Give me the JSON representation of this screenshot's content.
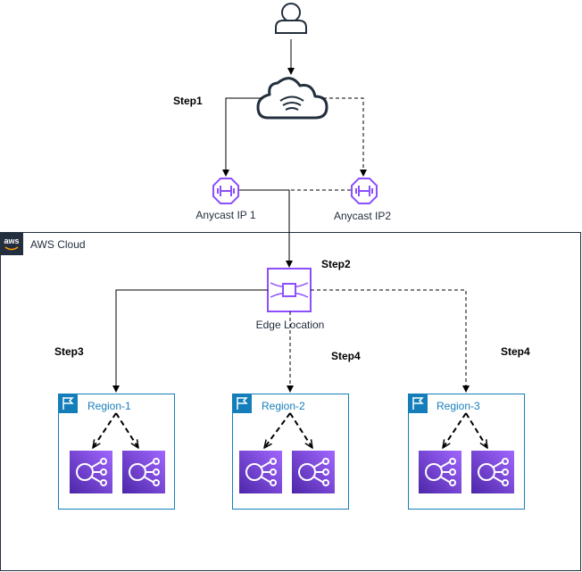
{
  "labels": {
    "anycast_ip_1": "Anycast IP 1",
    "anycast_ip_2": "Anycast IP2",
    "aws_cloud": "AWS Cloud",
    "aws_logo": "aws",
    "edge_location": "Edge Location",
    "region_1": "Region-1",
    "region_2": "Region-2",
    "region_3": "Region-3"
  },
  "steps": {
    "step1": "Step1",
    "step2": "Step2",
    "step3": "Step3",
    "step4_a": "Step4",
    "step4_b": "Step4"
  },
  "icons": {
    "user": "user-icon",
    "internet": "internet-cloud-icon",
    "anycast": "anycast-ip-endpoint-icon",
    "edge": "edge-location-icon",
    "region": "region-flag-icon",
    "load_balancer": "load-balancer-icon"
  },
  "colors": {
    "purple": "#8C4FFF",
    "aws_dark": "#232F3E",
    "region_blue": "#147EBA",
    "line": "#000000"
  }
}
